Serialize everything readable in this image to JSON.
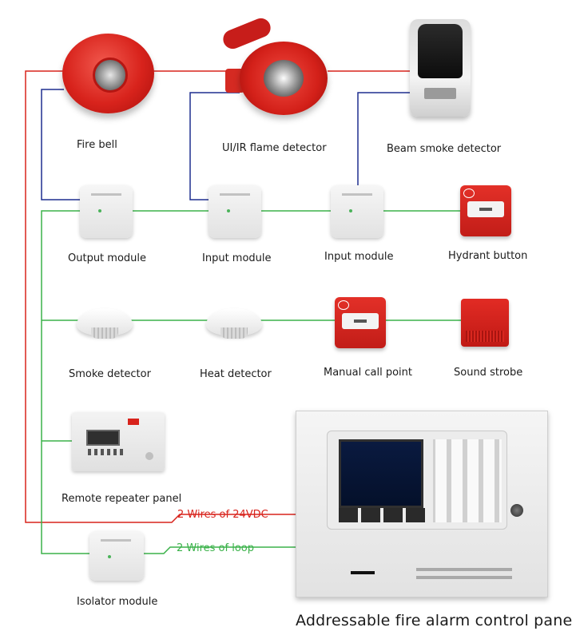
{
  "colors": {
    "power_wire": "#d8231c",
    "loop_wire": "#3bb24a",
    "signal_wire": "#1f2f8f"
  },
  "devices": {
    "fire_bell": "Fire bell",
    "flame_detector": "UI/IR flame detector",
    "beam_detector": "Beam smoke detector",
    "output_module": "Output module",
    "input_module_1": "Input module",
    "input_module_2": "Input module",
    "hydrant_button": "Hydrant button",
    "smoke_detector": "Smoke detector",
    "heat_detector": "Heat detector",
    "manual_call_point": "Manual call point",
    "sound_strobe": "Sound strobe",
    "remote_repeater": "Remote repeater panel",
    "isolator_module": "Isolator module"
  },
  "wires": {
    "power": "2 Wires of 24VDC",
    "loop": "2 Wires of loop"
  },
  "panel_title": "Addressable fire alarm control panel"
}
